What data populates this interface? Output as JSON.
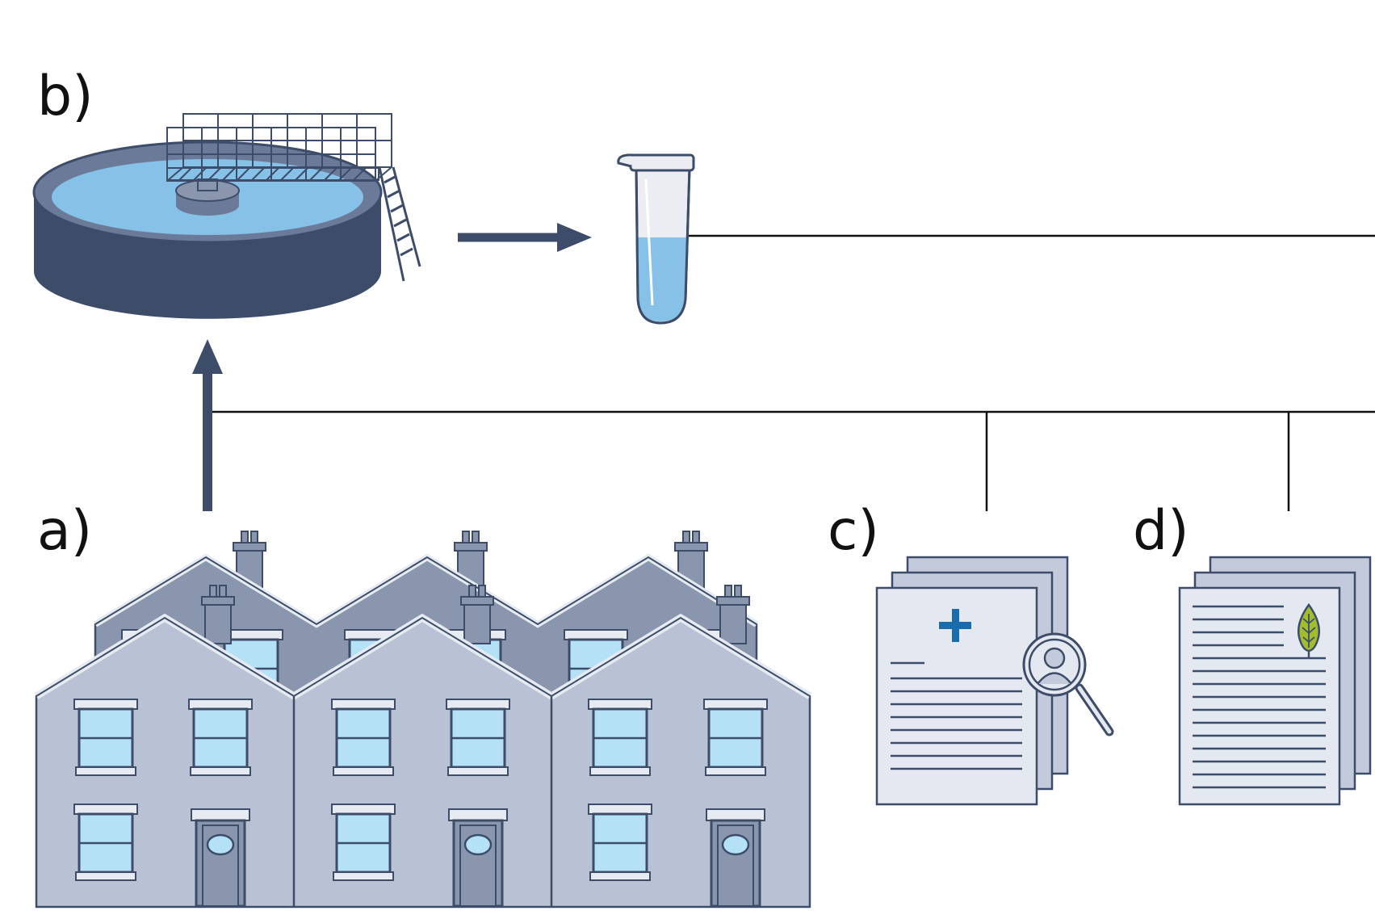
{
  "labels": {
    "a": "a)",
    "b": "b)",
    "c": "c)",
    "d": "d)"
  },
  "icons": {
    "houses": "terraced-houses-icon",
    "tank": "wastewater-treatment-tank-icon",
    "tube": "sample-tube-icon",
    "medical_records": "medical-records-icon",
    "environmental_records": "environmental-records-icon"
  },
  "colors": {
    "navy": "#3d4d69",
    "water": "#86c1e8",
    "wall_front": "#b9c2d4",
    "wall_back": "#8a96ae",
    "window": "#b5e1f7",
    "doc_fill": "#e4e8f0",
    "doc_back": "#c3cadb",
    "medical_cross": "#1a6cad",
    "leaf": "#a2be2e",
    "line": "#111111"
  }
}
